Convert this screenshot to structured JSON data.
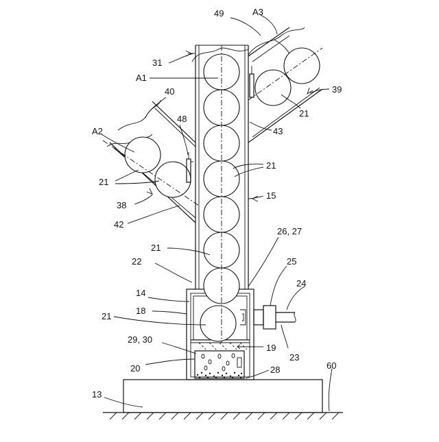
{
  "figure": {
    "labels": {
      "l49": "49",
      "lA3": "A3",
      "l31": "31",
      "lA1": "A1",
      "l39": "39",
      "l40": "40",
      "l21a": "21",
      "l48": "48",
      "lA2": "A2",
      "l43": "43",
      "l21b": "21",
      "l21c": "21",
      "l15": "15",
      "l38": "38",
      "l42": "42",
      "l26_27": "26, 27",
      "l21d": "21",
      "l22": "22",
      "l25": "25",
      "l14": "14",
      "l24": "24",
      "l18": "18",
      "l21e": "21",
      "l29_30": "29, 30",
      "l19": "19",
      "l23": "23",
      "l20": "20",
      "l60": "60",
      "l28": "28",
      "l13": "13"
    }
  }
}
